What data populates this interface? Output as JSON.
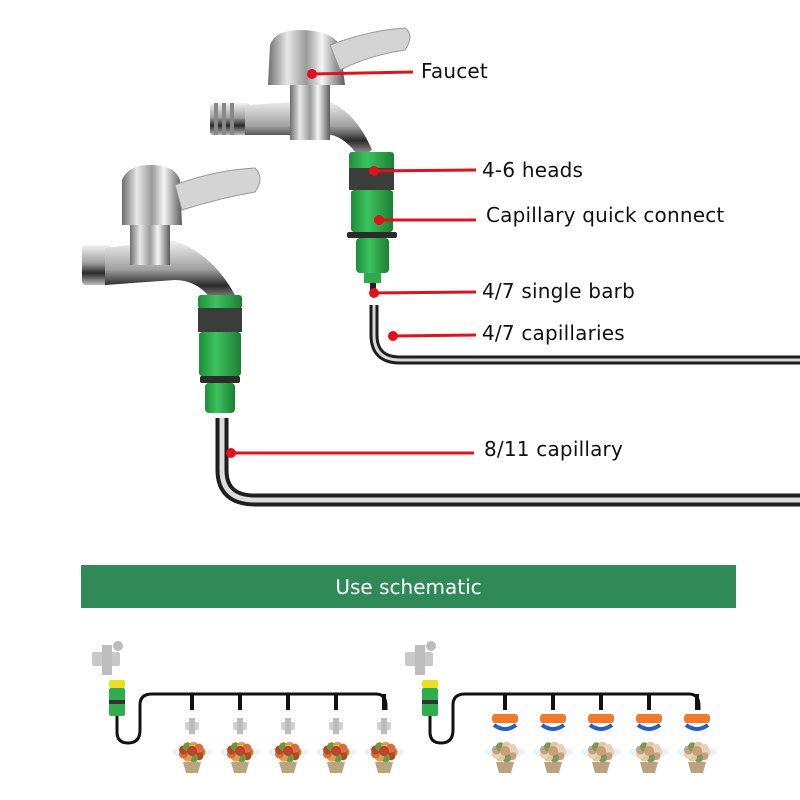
{
  "callouts": {
    "faucet": "Faucet",
    "heads": "4-6 heads",
    "quick_connect": "Capillary quick connect",
    "single_barb": "4/7 single barb",
    "capillaries_47": "4/7 capillaries",
    "capillary_811": "8/11 capillary"
  },
  "banner": {
    "title": "Use schematic"
  },
  "colors": {
    "callout_line": "#e0121e",
    "banner_bg": "#2f8a57",
    "connector_green": "#2fae4e",
    "connector_dark": "#3a3d3a",
    "sprinkler_orange": "#f07a2a",
    "sprinkler_blue": "#2a5fc8"
  },
  "schematics": [
    {
      "name": "mist-nozzle-system",
      "nozzle_count": 5,
      "nozzle_type": "misting"
    },
    {
      "name": "sprinkler-system",
      "nozzle_count": 5,
      "nozzle_type": "rotary-sprinkler"
    }
  ]
}
